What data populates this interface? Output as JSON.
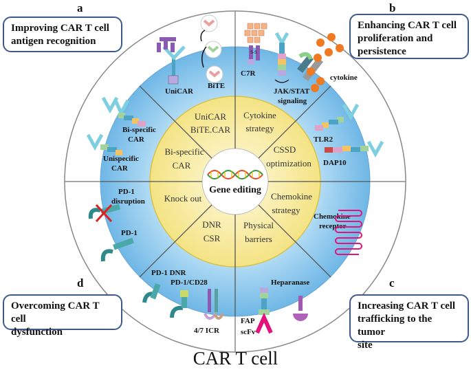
{
  "panels": {
    "a": {
      "letter": "a",
      "title_l1": "Improving CAR T cell",
      "title_l2": "antigen recognition"
    },
    "b": {
      "letter": "b",
      "title_l1": "Enhancing CAR T cell",
      "title_l2": "proliferation and",
      "title_l3": "persistence"
    },
    "c": {
      "letter": "c",
      "title_l1": "Increasing CAR T cell",
      "title_l2": "trafficking to the tumor",
      "title_l3": "site"
    },
    "d": {
      "letter": "d",
      "title_l1": "Overcoming CAR T cell",
      "title_l2": "dysfunction"
    }
  },
  "center": {
    "label": "Gene editing"
  },
  "inner_sectors": {
    "unicar_bite": {
      "l1": "UniCAR",
      "l2": "BiTE.CAR"
    },
    "cytokine": {
      "l1": "Cytokine",
      "l2": "strategy"
    },
    "cssd": {
      "l1": "CSSD",
      "l2": "optimization"
    },
    "chemokine": {
      "l1": "Chemokine",
      "l2": "strategy"
    },
    "physical": {
      "l1": "Physical",
      "l2": "barriers"
    },
    "dnr_csr": {
      "l1": "DNR",
      "l2": "CSR"
    },
    "knockout": {
      "l1": "Knock out"
    },
    "bispecific": {
      "l1": "Bi-specific",
      "l2": "CAR"
    }
  },
  "ring_labels": {
    "unicar": "UniCAR",
    "bite": "BiTE",
    "c7r": "C7R",
    "ss": "S-S",
    "jak_l1": "JAK/STAT",
    "jak_l2": "signaling",
    "cytokine": "cytokine",
    "bispecific_l1": "Bi-specific",
    "bispecific_l2": "CAR",
    "unispecific_l1": "Unispecific",
    "unispecific_l2": "CAR",
    "tlr2": "TLR2",
    "dap10": "DAP10",
    "pd1_disruption_l1": "PD-1",
    "pd1_disruption_l2": "disruption",
    "pd1": "PD-1",
    "chemokine_l1": "Chemokine",
    "chemokine_l2": "receptor",
    "pd1_dnr": "PD-1 DNR",
    "pd1_cd28": "PD-1/CD28",
    "icr": "4/7 ICR",
    "heparanase": "Heparanase",
    "fap_l1": "FAP",
    "fap_l2": "scFv"
  },
  "footer": {
    "title": "CAR T cell"
  },
  "colors": {
    "box_border": "#3d5a8a",
    "blue_ring": "#8fc9ee",
    "yellow_core": "#f7ea9c",
    "outer_ring": "#ffffff",
    "receptor_cyan": "#7ecfe0",
    "cytokine_orange": "#f07a22",
    "pink": "#e0147a"
  }
}
